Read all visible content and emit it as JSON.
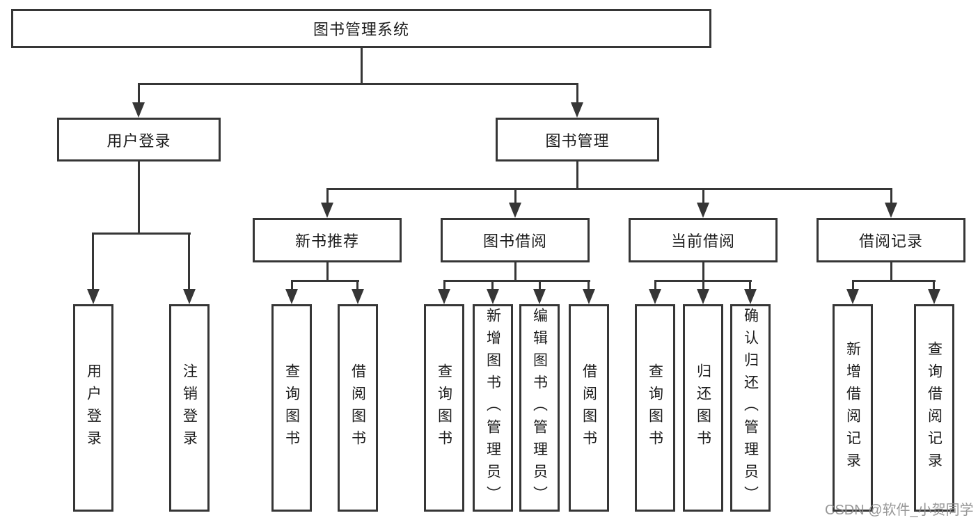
{
  "diagram": {
    "title": "图书管理系统",
    "type": "hierarchy-tree",
    "colors": {
      "line": "#363636",
      "border": "#363636",
      "text": "#1c1c1c",
      "background": "#ffffff",
      "watermark": "#8e8e8e"
    },
    "tree": {
      "label": "图书管理系统",
      "children": [
        {
          "label": "用户登录",
          "children": [
            {
              "label": "用户登录"
            },
            {
              "label": "注销登录"
            }
          ]
        },
        {
          "label": "图书管理",
          "children": [
            {
              "label": "新书推荐",
              "children": [
                {
                  "label": "查询图书"
                },
                {
                  "label": "借阅图书"
                }
              ]
            },
            {
              "label": "图书借阅",
              "children": [
                {
                  "label": "查询图书"
                },
                {
                  "label": "新增图书（管理员）"
                },
                {
                  "label": "编辑图书（管理员）"
                },
                {
                  "label": "借阅图书"
                }
              ]
            },
            {
              "label": "当前借阅",
              "children": [
                {
                  "label": "查询图书"
                },
                {
                  "label": "归还图书"
                },
                {
                  "label": "确认归还（管理员）"
                }
              ]
            },
            {
              "label": "借阅记录",
              "children": [
                {
                  "label": "新增借阅记录"
                },
                {
                  "label": "查询借阅记录"
                }
              ]
            }
          ]
        }
      ]
    }
  },
  "watermark": {
    "text": "CSDN @软件_小贺同学"
  }
}
